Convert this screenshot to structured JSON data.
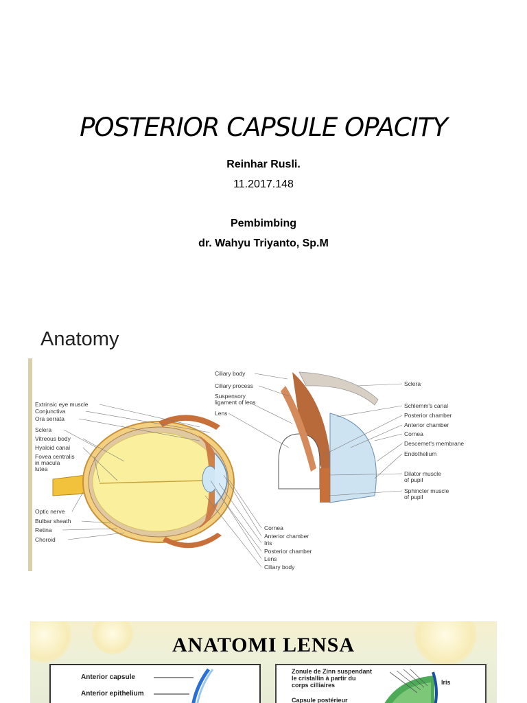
{
  "title_slide": {
    "title": "POSTERIOR CAPSULE OPACITY",
    "author": "Reinhar Rusli.",
    "student_id": "11.2017.148",
    "advisor_label": "Pembimbing",
    "advisor_name": "dr. Wahyu Triyanto, Sp.M"
  },
  "anatomy_slide": {
    "heading": "Anatomy",
    "labels_left": [
      "Extrinsic eye muscle",
      "Conjunctiva",
      "Ora serrata",
      "Sclera",
      "Vitreous body",
      "Hyaloid canal",
      "Fovea centralis",
      "in macula",
      "lutea",
      "Optic nerve",
      "Bulbar sheath",
      "Retina",
      "Choroid"
    ],
    "labels_top": [
      "Ciliary body",
      "Ciliary process",
      "Suspensory",
      "ligament of lens",
      "Lens"
    ],
    "labels_right": [
      "Sclera",
      "Schlemm's canal",
      "Posterior chamber",
      "Anterior chamber",
      "Cornea",
      "Descemet's membrane",
      "Endothelium",
      "Dilator muscle",
      "of pupil",
      "Sphincter muscle",
      "of pupil"
    ],
    "labels_bottom": [
      "Cornea",
      "Anterior chamber",
      "Iris",
      "Posterior chamber",
      "Lens",
      "Ciliary body"
    ]
  },
  "lensa_slide": {
    "title": "ANATOMI LENSA",
    "left_labels": [
      "Anterior capsule",
      "Anterior epithelium"
    ],
    "right_labels": [
      "Zonule de Zinn suspendant",
      "le cristallin à partir du",
      "corps cilliaires",
      "Iris",
      "Capsule postérieur"
    ]
  },
  "colors": {
    "vitreous": "#f7ec9b",
    "sclera_ring": "#f0c060",
    "muscle": "#c8703a",
    "cornea_blue": "#cde3f2"
  }
}
